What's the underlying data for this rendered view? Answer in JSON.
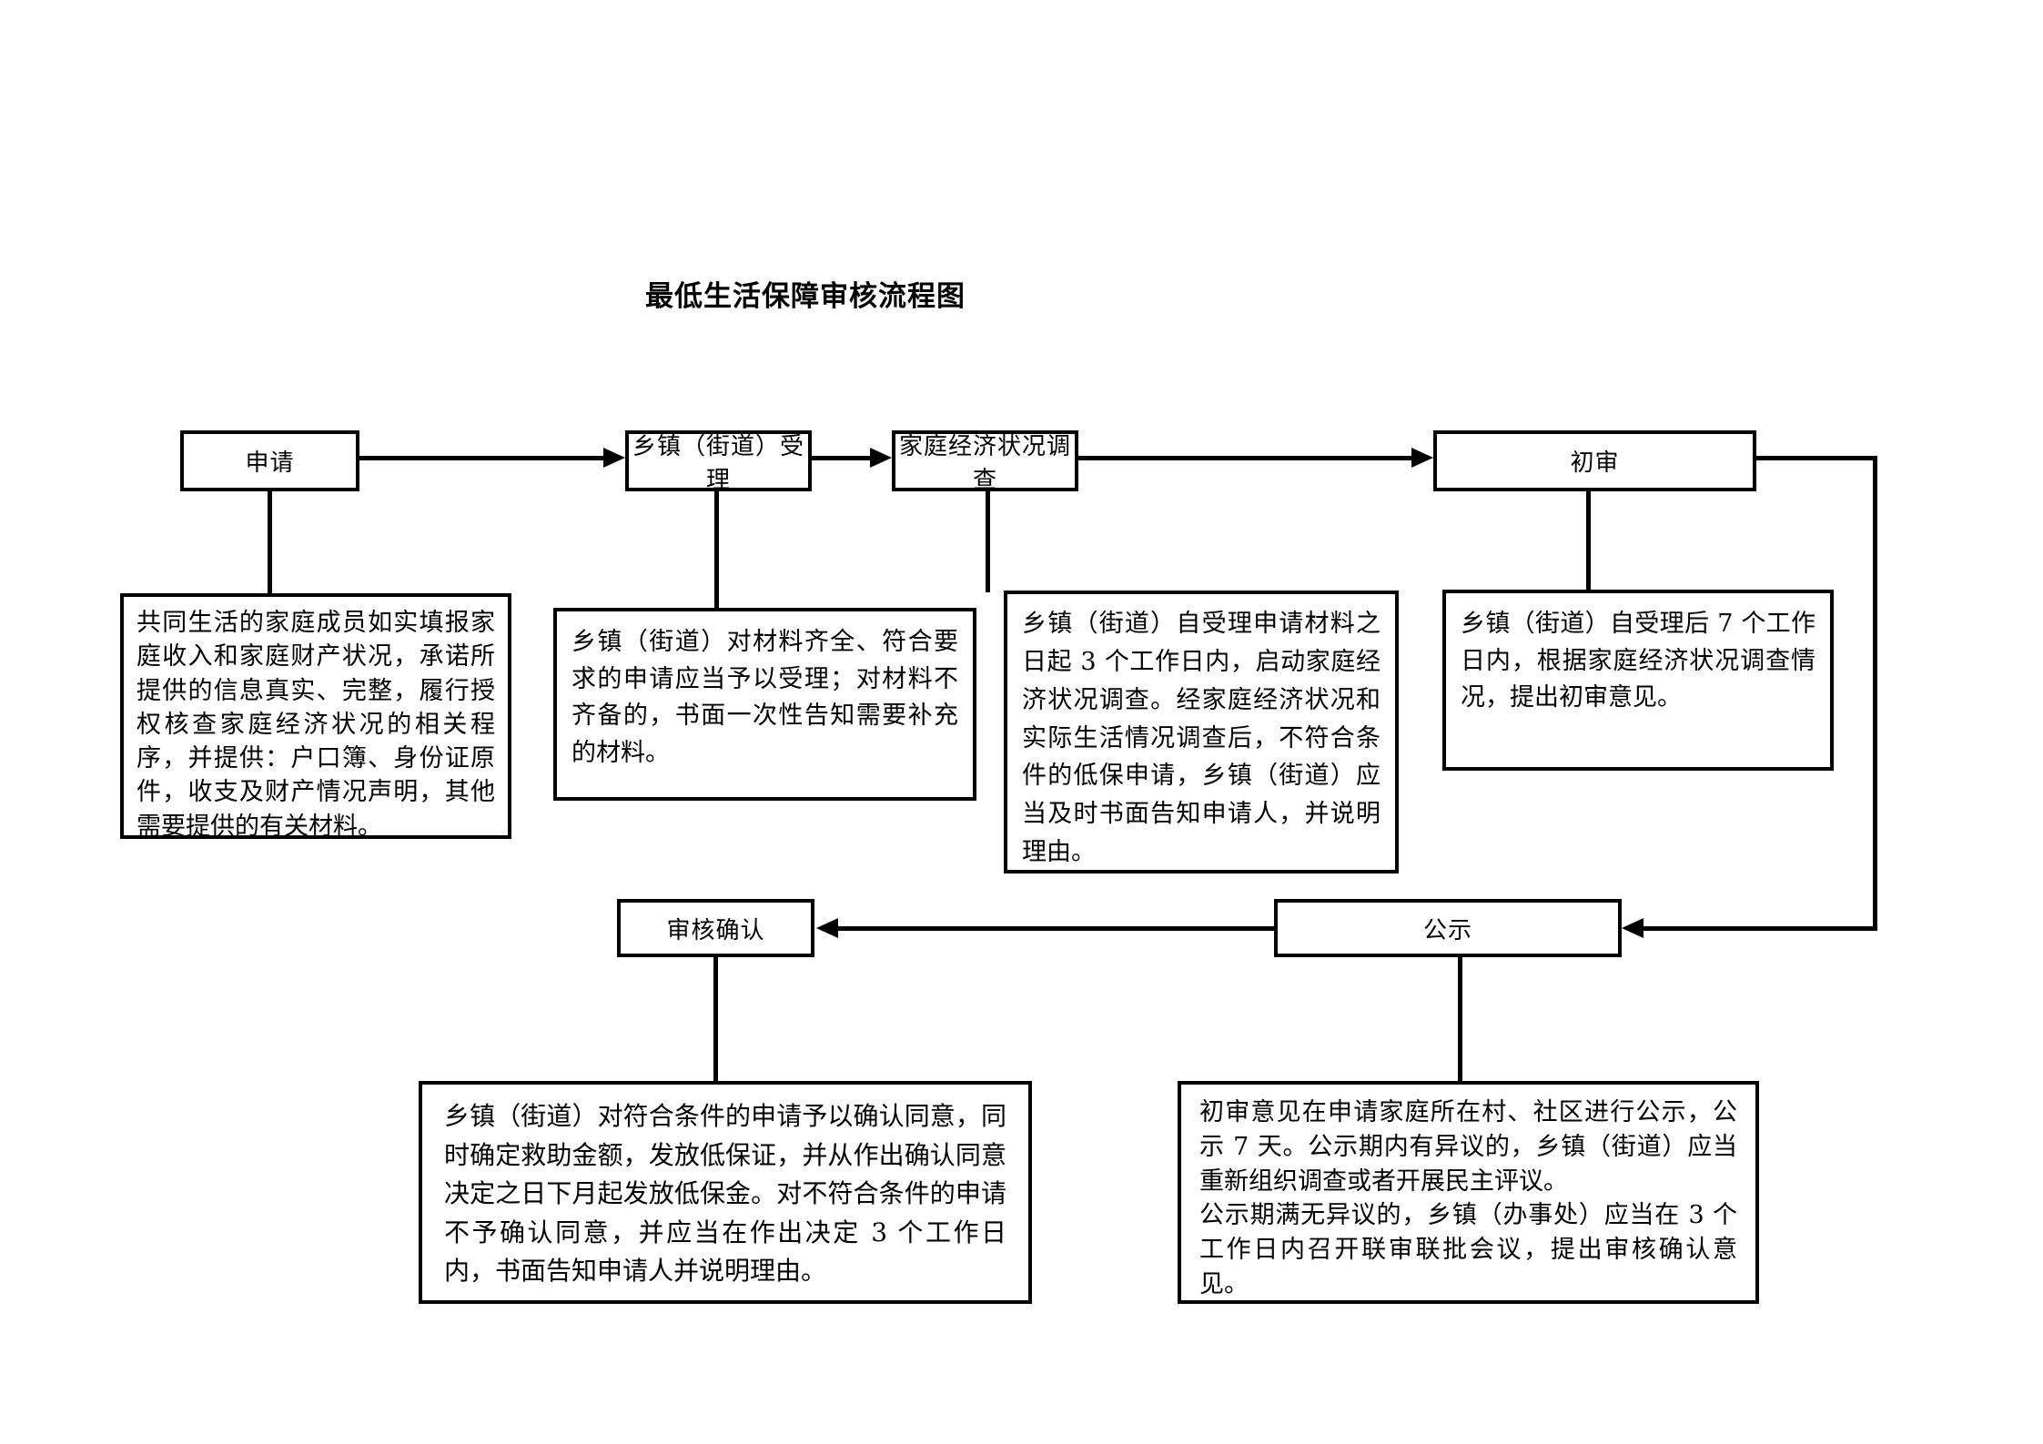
{
  "title": "最低生活保障审核流程图",
  "flow": {
    "apply": {
      "label": "申请",
      "desc": "共同生活的家庭成员如实填报家庭收入和家庭财产状况，承诺所提供的信息真实、完整，履行授权核查家庭经济状况的相关程序，并提供：户口簿、身份证原件，收支及财产情况声明，其他需要提供的有关材料。"
    },
    "accept": {
      "label": "乡镇（街道）受理",
      "desc": "乡镇（街道）对材料齐全、符合要求的申请应当予以受理；对材料不齐备的，书面一次性告知需要补充的材料。"
    },
    "survey": {
      "label": "家庭经济状况调查",
      "desc": "乡镇（街道）自受理申请材料之日起 3 个工作日内，启动家庭经济状况调查。经家庭经济状况和实际生活情况调查后，不符合条件的低保申请，乡镇（街道）应当及时书面告知申请人，并说明理由。"
    },
    "initial_review": {
      "label": "初审",
      "desc": "乡镇（街道）自受理后 7 个工作日内，根据家庭经济状况调查情况，提出初审意见。"
    },
    "publicity": {
      "label": "公示",
      "desc": "初审意见在申请家庭所在村、社区进行公示，公示 7 天。公示期内有异议的，乡镇（街道）应当重新组织调查或者开展民主评议。\n公示期满无异议的，乡镇（办事处）应当在 3 个工作日内召开联审联批会议，提出审核确认意见。"
    },
    "confirm": {
      "label": "审核确认",
      "desc": "乡镇（街道）对符合条件的申请予以确认同意，同时确定救助金额，发放低保证，并从作出确认同意决定之日下月起发放低保金。对不符合条件的申请不予确认同意，并应当在作出决定 3 个工作日内，书面告知申请人并说明理由。"
    }
  },
  "colors": {
    "line": "#000000",
    "text": "#000000",
    "background": "#ffffff"
  }
}
